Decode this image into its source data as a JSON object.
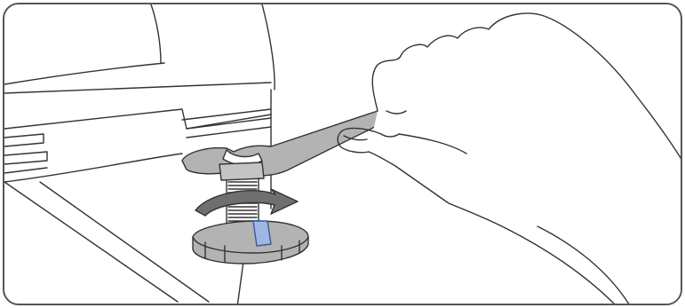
{
  "figure": {
    "icons": [
      "washing-machine-base",
      "wrench",
      "hand",
      "adjustable-foot",
      "rotation-arrow",
      "lock-nut"
    ],
    "colors": {
      "outline": "#333333",
      "frame": "#555555",
      "metal_fill": "#b3b3b3",
      "metal_dark": "#8e8e8e",
      "highlight_blue": "#9fb7e2"
    }
  }
}
